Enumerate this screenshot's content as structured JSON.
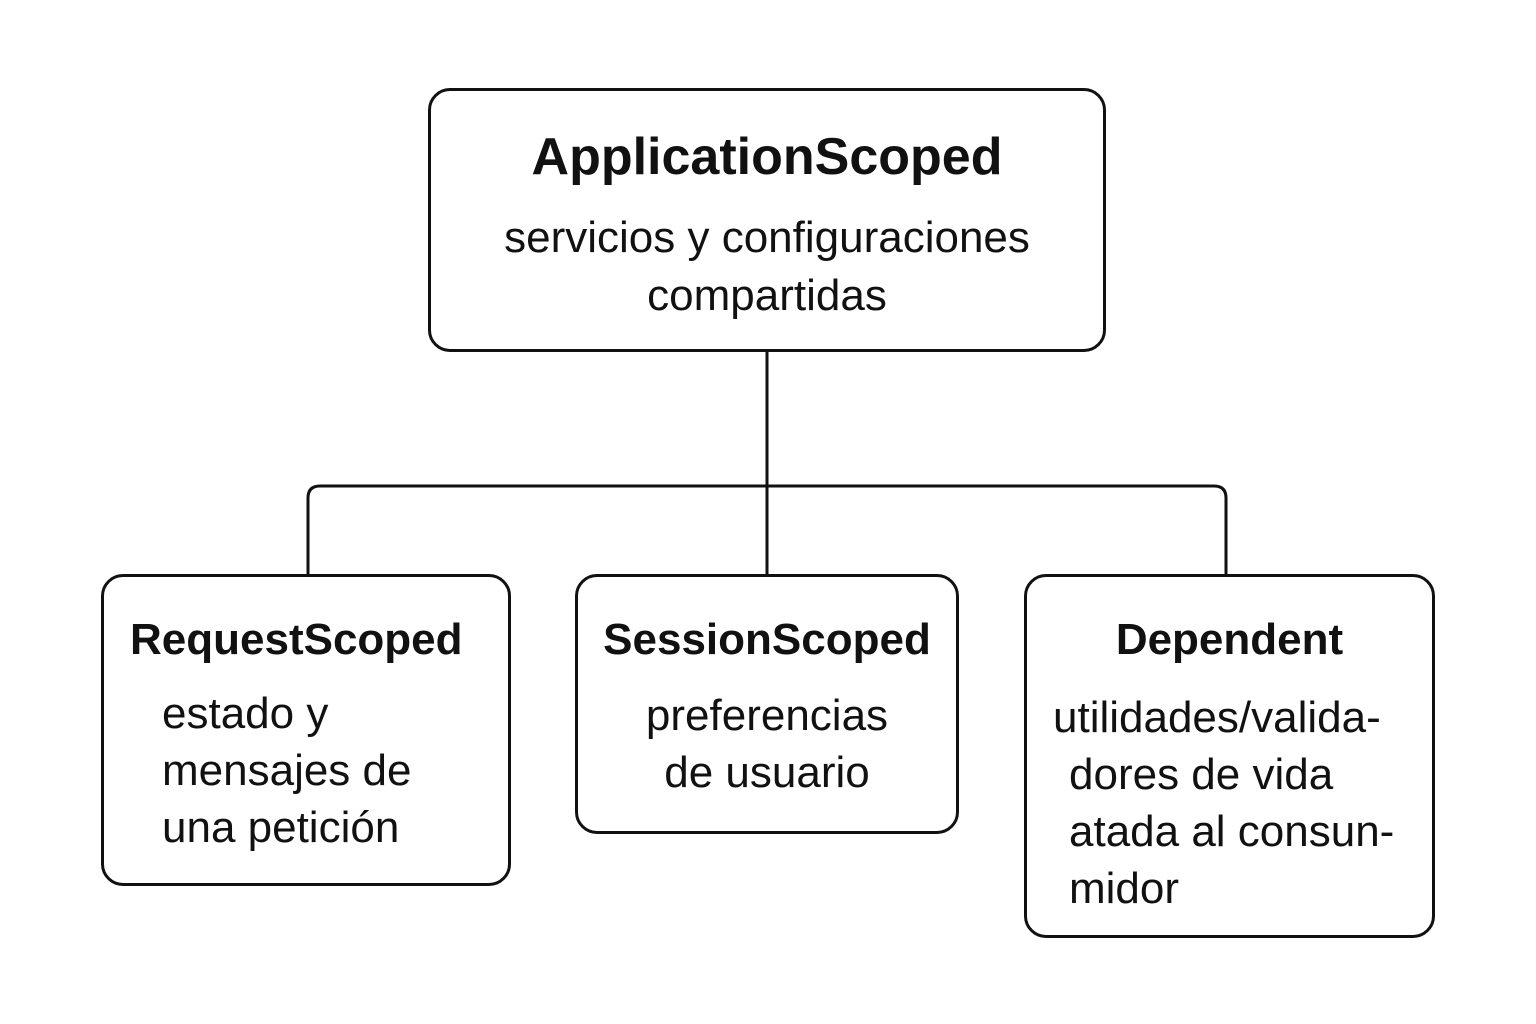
{
  "nodes": {
    "app": {
      "title": "ApplicationScoped",
      "lines": [
        "servicios y configuraciones",
        "compartidas"
      ]
    },
    "request": {
      "title": "RequestScoped",
      "lines": [
        "estado y",
        "mensajes de",
        "una petición"
      ]
    },
    "session": {
      "title": "SessionScoped",
      "lines": [
        "preferencias",
        "de usuario"
      ]
    },
    "dependent": {
      "title": "Dependent",
      "lines": [
        "utilidades/valida-",
        "dores de vida",
        "atada al consun-",
        "midor"
      ]
    }
  },
  "edges": [
    {
      "from": "ApplicationScoped",
      "to": "RequestScoped"
    },
    {
      "from": "ApplicationScoped",
      "to": "SessionScoped"
    },
    {
      "from": "ApplicationScoped",
      "to": "Dependent"
    }
  ],
  "colors": {
    "stroke": "#111111",
    "background": "#ffffff"
  }
}
